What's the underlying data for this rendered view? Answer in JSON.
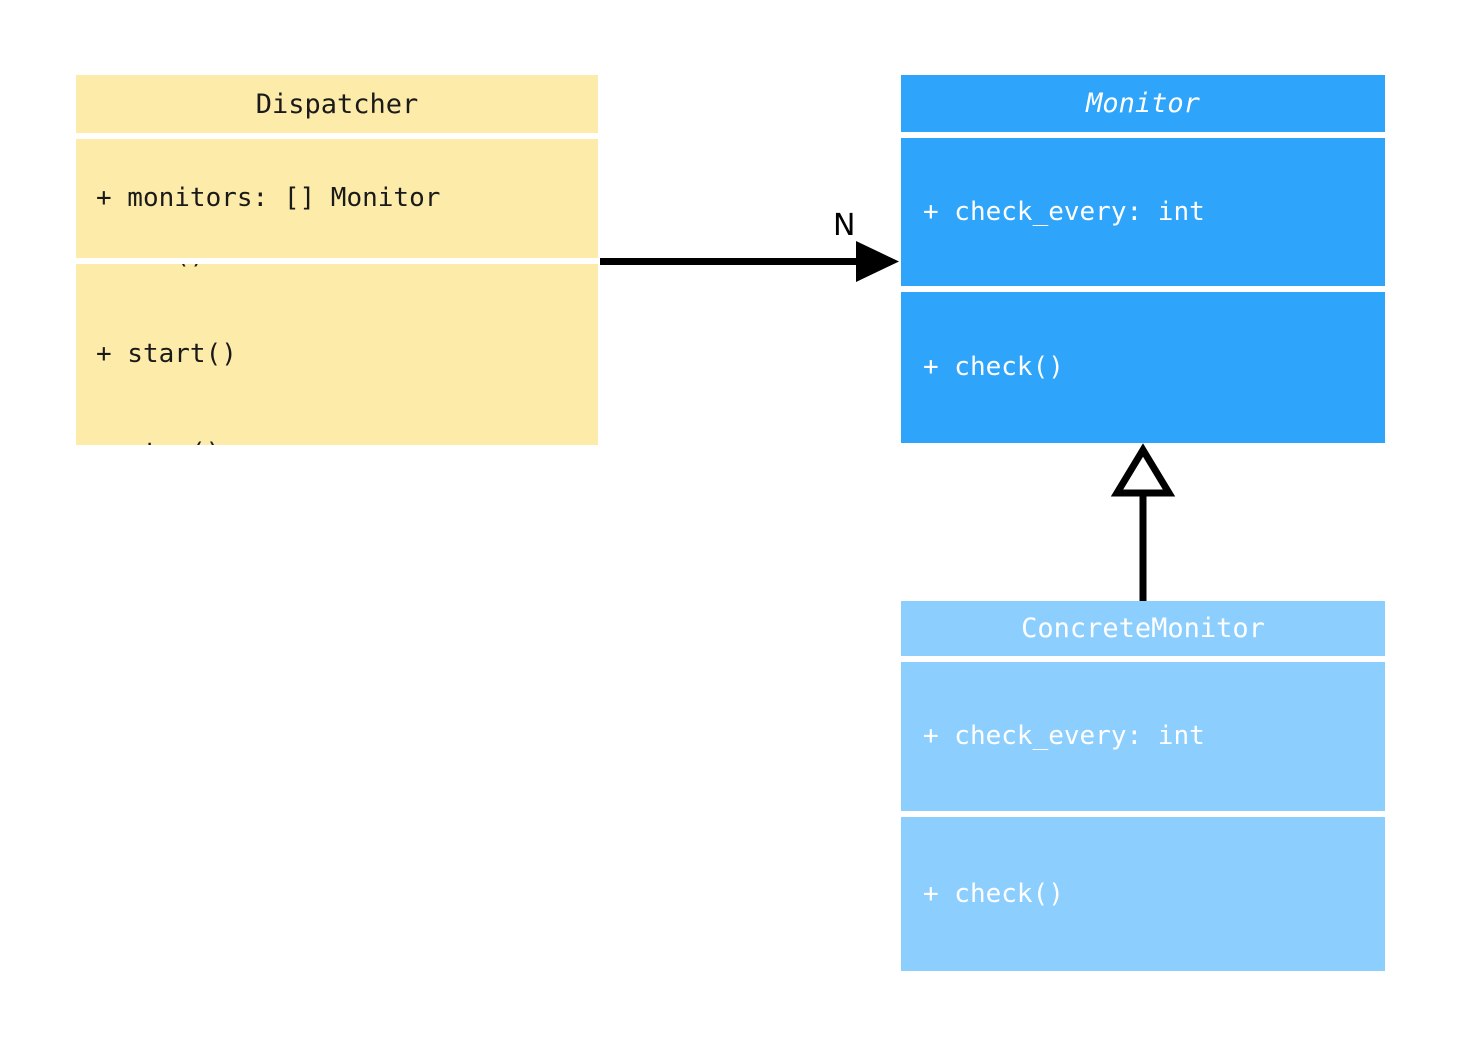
{
  "diagram": {
    "type": "uml-class-diagram",
    "background_color": "#ffffff"
  },
  "classes": [
    {
      "id": "dispatcher",
      "name": "Dispatcher",
      "abstract": false,
      "fill_color": "#fdeca9",
      "text_color": "#1a1a1a",
      "attributes": [
        "+ monitors: [] Monitor"
      ],
      "methods": [
        "+ run()",
        "+ start()",
        "+ stop()"
      ]
    },
    {
      "id": "monitor",
      "name": "Monitor",
      "abstract": true,
      "fill_color": "#2fa4fb",
      "text_color": "#ffffff",
      "attributes": [
        "+ check_every: int"
      ],
      "methods": [
        "+ check()"
      ]
    },
    {
      "id": "concrete_monitor",
      "name": "ConcreteMonitor",
      "abstract": false,
      "fill_color": "#8ccfff",
      "text_color": "#ffffff",
      "attributes": [
        "+ check_every: int"
      ],
      "methods": [
        "+ check()"
      ]
    }
  ],
  "relationships": [
    {
      "id": "dispatcher-monitor",
      "kind": "association",
      "from": "Dispatcher",
      "to": "Monitor",
      "label": "N",
      "arrowhead": "filled-triangle",
      "line_color": "#000000"
    },
    {
      "id": "concrete-monitor-generalization",
      "kind": "generalization",
      "from": "ConcreteMonitor",
      "to": "Monitor",
      "label": "",
      "arrowhead": "hollow-triangle",
      "line_color": "#000000"
    }
  ]
}
